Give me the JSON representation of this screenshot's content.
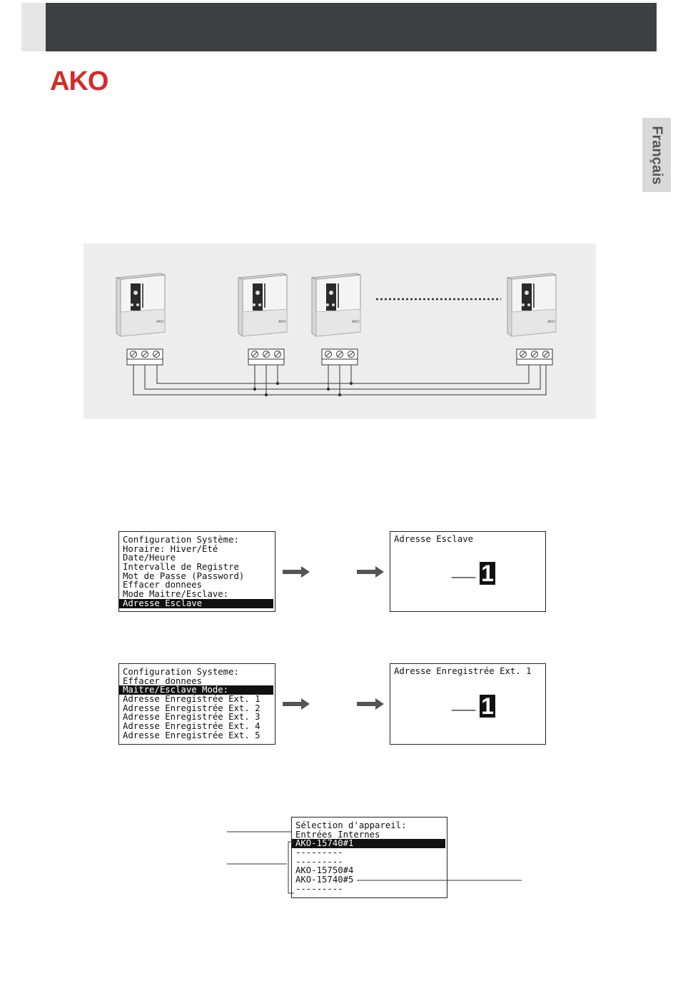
{
  "brand": {
    "logo_text": "AKO",
    "logo_color": "#d52b2b"
  },
  "language_tab": {
    "label": "Français"
  },
  "screen1": {
    "lines": [
      "Configuration Système:",
      "Horaire: Hiver/Eté",
      "Date/Heure",
      "Intervalle de Registre",
      "Mot de Passe (Password)",
      "Effacer donnees",
      "Mode Maitre/Esclave:",
      "Adresse Esclave"
    ],
    "selected_index": 7
  },
  "screen2": {
    "title": "Adresse Esclave",
    "value_prefix": "__",
    "value": "1"
  },
  "screen3": {
    "lines": [
      "Configuration Systeme:",
      "Effacer donnees",
      "Maitre/Esclave Mode:",
      "Adresse Enregistrée Ext. 1",
      "Adresse Enregistrée Ext. 2",
      "Adresse Enregistrée Ext. 3",
      "Adresse Enregistrée Ext. 4",
      "Adresse Enregistrée Ext. 5"
    ],
    "selected_index": 2
  },
  "screen4": {
    "title": "Adresse Enregistrée Ext. 1",
    "value_prefix": "__",
    "value": "1"
  },
  "screen5": {
    "lines": [
      "Sélection d'appareil:",
      "Entrées Internes",
      "AKO-15740#1",
      "---------",
      "---------",
      "AKO-15750#4",
      "AKO-15740#5",
      "---------"
    ],
    "selected_index": 2
  },
  "device_badge": "AKO",
  "colors": {
    "header": "#3f4042",
    "diagram_bg": "#ededed",
    "arrow": "#555555"
  }
}
